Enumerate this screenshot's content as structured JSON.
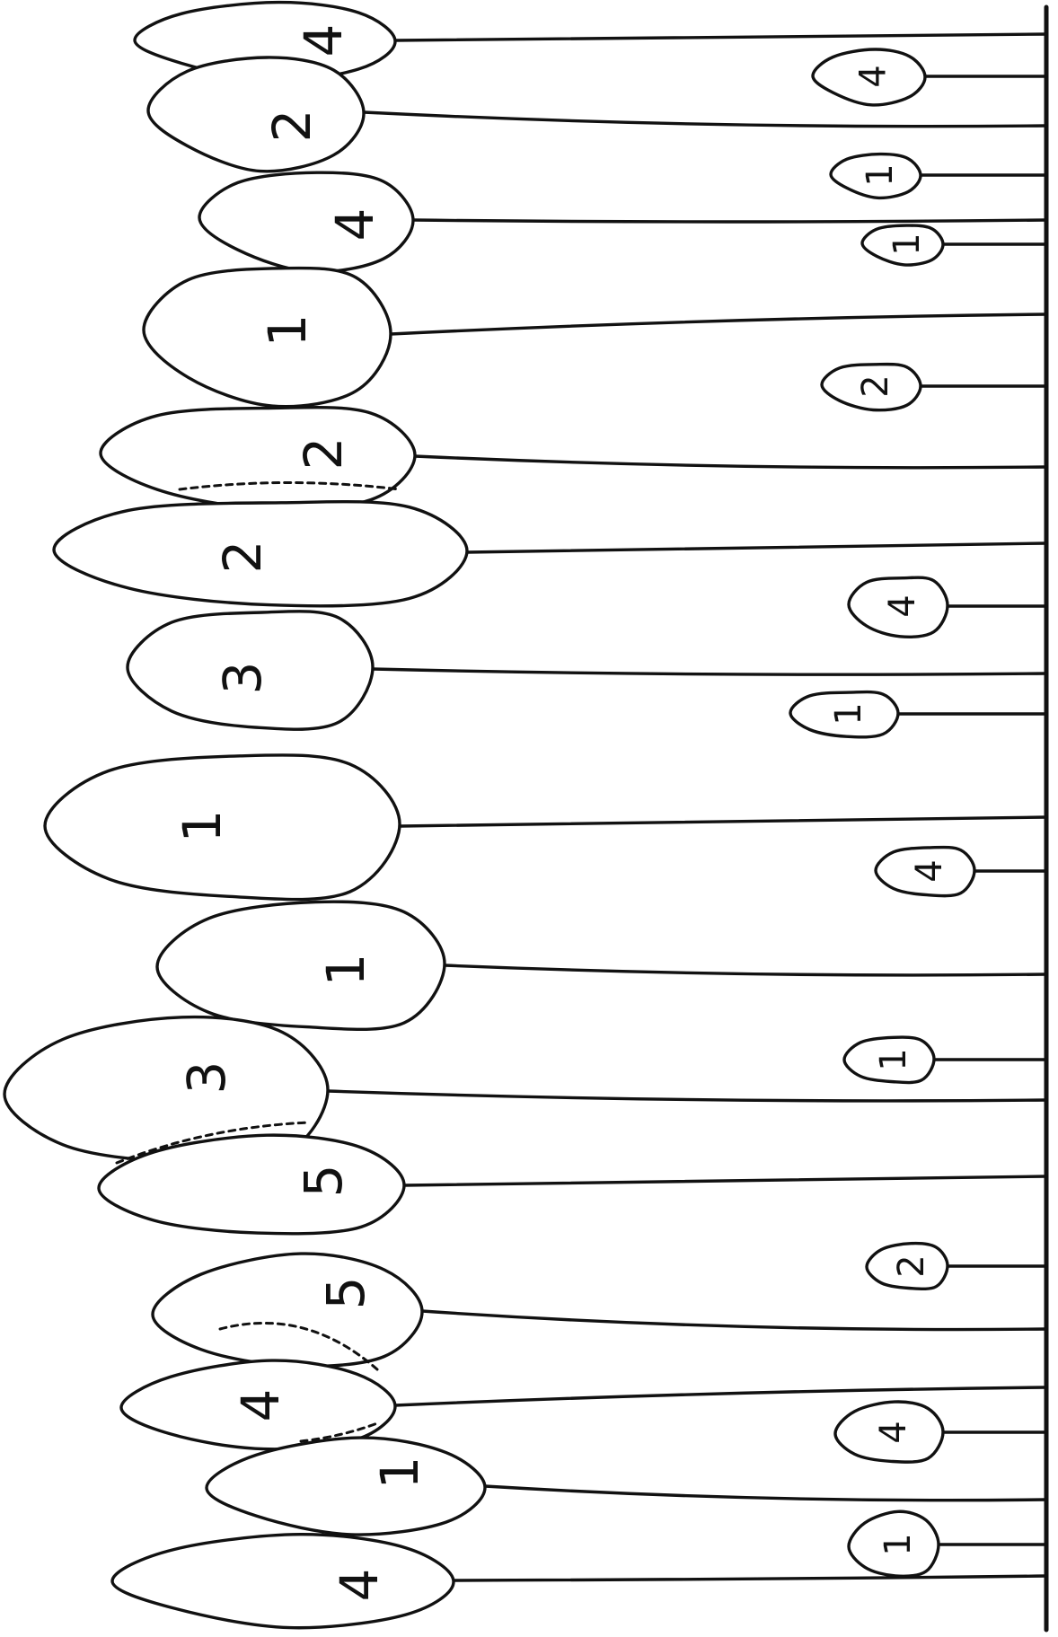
{
  "diagram": {
    "large_leaves": [
      {
        "label": "4"
      },
      {
        "label": "2"
      },
      {
        "label": "4"
      },
      {
        "label": "1"
      },
      {
        "label": "2"
      },
      {
        "label": "2"
      },
      {
        "label": "3"
      },
      {
        "label": "1"
      },
      {
        "label": "1"
      },
      {
        "label": "3"
      },
      {
        "label": "5"
      },
      {
        "label": "5"
      },
      {
        "label": "4"
      },
      {
        "label": "1"
      },
      {
        "label": "4"
      }
    ],
    "small_leaves": [
      {
        "label": "4"
      },
      {
        "label": "1"
      },
      {
        "label": "1"
      },
      {
        "label": "2"
      },
      {
        "label": "4"
      },
      {
        "label": "1"
      },
      {
        "label": "4"
      },
      {
        "label": "1"
      },
      {
        "label": "2"
      },
      {
        "label": "4"
      },
      {
        "label": "1"
      }
    ]
  }
}
